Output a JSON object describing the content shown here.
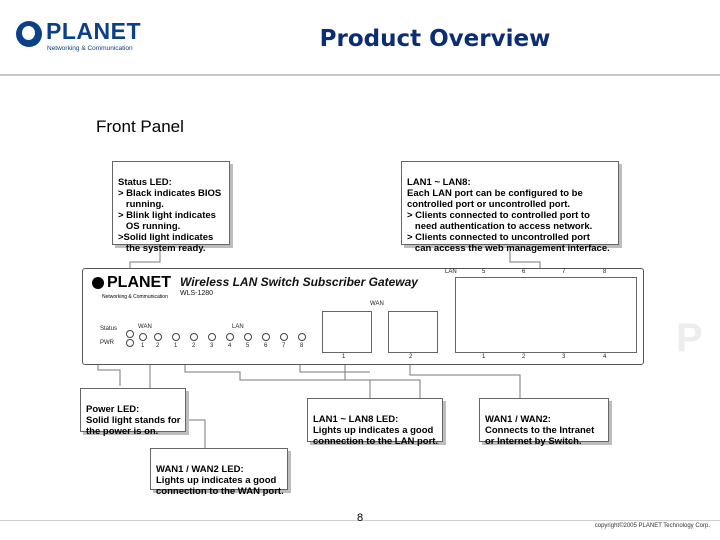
{
  "header": {
    "logo_text": "PLANET",
    "logo_tagline": "Networking & Communication",
    "title": "Product Overview"
  },
  "subtitle": "Front Panel",
  "callouts": {
    "status_led": {
      "heading": "Status LED:",
      "lines": [
        "> Black indicates BIOS",
        "   running.",
        "> Blink light indicates",
        "   OS running.",
        ">Solid light indicates",
        "   the system ready."
      ]
    },
    "lan_ports": {
      "heading": "LAN1 ~ LAN8:",
      "lines": [
        "Each LAN port can be configured to be",
        "controlled port or uncontrolled port.",
        "> Clients connected to controlled port to",
        "   need authentication to access network.",
        "> Clients connected to uncontrolled port",
        "   can access the web management interface."
      ]
    },
    "power_led": {
      "heading": "Power LED:",
      "lines": [
        "Solid light stands for",
        "the power is on."
      ]
    },
    "lan_led": {
      "heading": "LAN1 ~ LAN8 LED:",
      "lines": [
        "Lights up indicates a good",
        "connection to the LAN port."
      ]
    },
    "wan_ports": {
      "heading": "WAN1 / WAN2:",
      "lines": [
        "Connects to the Intranet",
        "or Internet by Switch."
      ]
    },
    "wan_led": {
      "heading": "WAN1 / WAN2 LED:",
      "lines": [
        "Lights up indicates a good",
        "connection to the WAN port."
      ]
    }
  },
  "device": {
    "brand": "PLANET",
    "brand_tagline": "Networking & Communication",
    "name": "Wireless LAN Switch Subscriber Gateway",
    "model": "WLS-1280",
    "labels": {
      "status": "Status",
      "pwr": "PWR",
      "wan": "WAN",
      "lan": "LAN",
      "wan_ports": "WAN",
      "lan_ports": "LAN"
    },
    "wan_led_numbers": [
      "1",
      "2"
    ],
    "lan_led_numbers": [
      "1",
      "2",
      "3",
      "4",
      "5",
      "6",
      "7",
      "8"
    ],
    "wan_port_numbers": [
      "1",
      "2"
    ],
    "lan_port_numbers_top": [
      "5",
      "6",
      "7",
      "8"
    ],
    "lan_port_numbers_bottom": [
      "1",
      "2",
      "3",
      "4"
    ]
  },
  "footer": {
    "page_number": "8",
    "copyright": "copyright©2005 PLANET Technology Corp."
  }
}
